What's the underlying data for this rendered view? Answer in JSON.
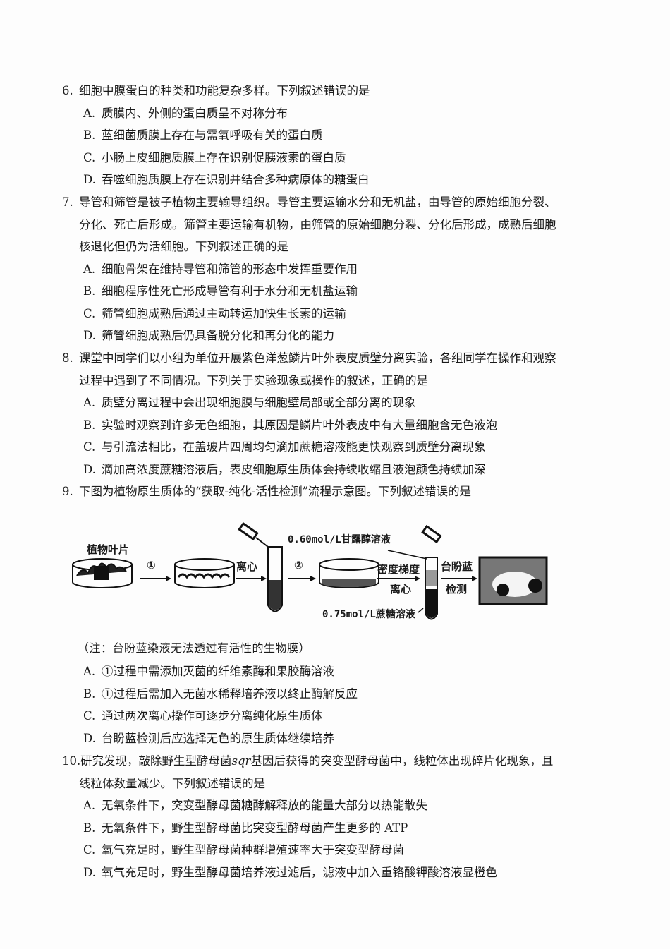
{
  "questions": [
    {
      "number": "6.",
      "stem": [
        "细胞中膜蛋白的种类和功能复杂多样。下列叙述错误的是"
      ],
      "options": [
        {
          "key": "A.",
          "text": "质膜内、外侧的蛋白质呈不对称分布"
        },
        {
          "key": "B.",
          "text": "蓝细菌质膜上存在与需氧呼吸有关的蛋白质"
        },
        {
          "key": "C.",
          "text": "小肠上皮细胞质膜上存在识别促胰液素的蛋白质"
        },
        {
          "key": "D.",
          "text": "吞噬细胞质膜上存在识别并结合多种病原体的糖蛋白"
        }
      ]
    },
    {
      "number": "7.",
      "stem": [
        "导管和筛管是被子植物主要输导组织。导管主要运输水分和无机盐，由导管的原始细胞分裂、",
        "分化、死亡后形成。筛管主要运输有机物，由筛管的原始细胞分裂、分化后形成，成熟后细胞",
        "核退化但仍为活细胞。下列叙述正确的是"
      ],
      "options": [
        {
          "key": "A.",
          "text": "细胞骨架在维持导管和筛管的形态中发挥重要作用"
        },
        {
          "key": "B.",
          "text": "细胞程序性死亡形成导管有利于水分和无机盐运输"
        },
        {
          "key": "C.",
          "text": "筛管细胞成熟后通过主动转运加快生长素的运输"
        },
        {
          "key": "D.",
          "text": "筛管细胞成熟后仍具备脱分化和再分化的能力"
        }
      ]
    },
    {
      "number": "8.",
      "stem": [
        "课堂中同学们以小组为单位开展紫色洋葱鳞片叶外表皮质壁分离实验，各组同学在操作和观察",
        "过程中遇到了不同情况。下列关于实验现象或操作的叙述，正确的是"
      ],
      "options": [
        {
          "key": "A.",
          "text": "质壁分离过程中会出现细胞膜与细胞壁局部或全部分离的现象"
        },
        {
          "key": "B.",
          "text": "实验时观察到许多无色细胞，其原因是鳞片叶外表皮中有大量细胞含无色液泡"
        },
        {
          "key": "C.",
          "text": "与引流法相比，在盖玻片四周均匀滴加蔗糖溶液能更快观察到质壁分离现象"
        },
        {
          "key": "D.",
          "text": "滴加高浓度蔗糖溶液后，表皮细胞原生质体会持续收缩且液泡颜色持续加深"
        }
      ]
    },
    {
      "number": "9.",
      "stem": [
        "下图为植物原生质体的“获取-纯化-活性检测”流程示意图。下列叙述错误的是"
      ],
      "note": "（注：台盼蓝染液无法透过有活性的生物膜）",
      "options": [
        {
          "key": "A.",
          "text": "①过程中需添加灭菌的纤维素酶和果胶酶溶液"
        },
        {
          "key": "B.",
          "text": "①过程后需加入无菌水稀释培养液以终止酶解反应"
        },
        {
          "key": "C.",
          "text": "通过两次离心操作可逐步分离纯化原生质体"
        },
        {
          "key": "D.",
          "text": "台盼蓝检测后应选择无色的原生质体继续培养"
        }
      ]
    },
    {
      "number": "10.",
      "stem_part1": "研究发现，敲除野生型酵母菌",
      "stem_italic": "sqr",
      "stem_part2": "基因后获得的突变型酵母菌中，线粒体出现碎片化现象，且",
      "stem_line2": "线粒体数量减少。下列叙述错误的是",
      "options": [
        {
          "key": "A.",
          "text": "无氧条件下，突变型酵母菌糖酵解释放的能量大部分以热能散失"
        },
        {
          "key": "B.",
          "text": "无氧条件下，野生型酵母菌比突变型酵母菌产生更多的 ATP"
        },
        {
          "key": "C.",
          "text": "氧气充足时，野生型酵母菌种群增殖速率大于突变型酵母菌"
        },
        {
          "key": "D.",
          "text": "氧气充足时，野生型酵母菌培养液过滤后，滤液中加入重铬酸钾酸溶液显橙色"
        }
      ]
    }
  ],
  "diagram": {
    "leaf_label": "植物叶片",
    "step1": "①",
    "centrifuge1": "离心",
    "step2": "②",
    "mannitol": "0.60mol/L甘露醇溶液",
    "density_gradient": "密度梯度",
    "centrifuge2": "离心",
    "sucrose": "0.75mol/L蔗糖溶液",
    "trypan_blue": "台盼蓝",
    "detection": "检测"
  }
}
